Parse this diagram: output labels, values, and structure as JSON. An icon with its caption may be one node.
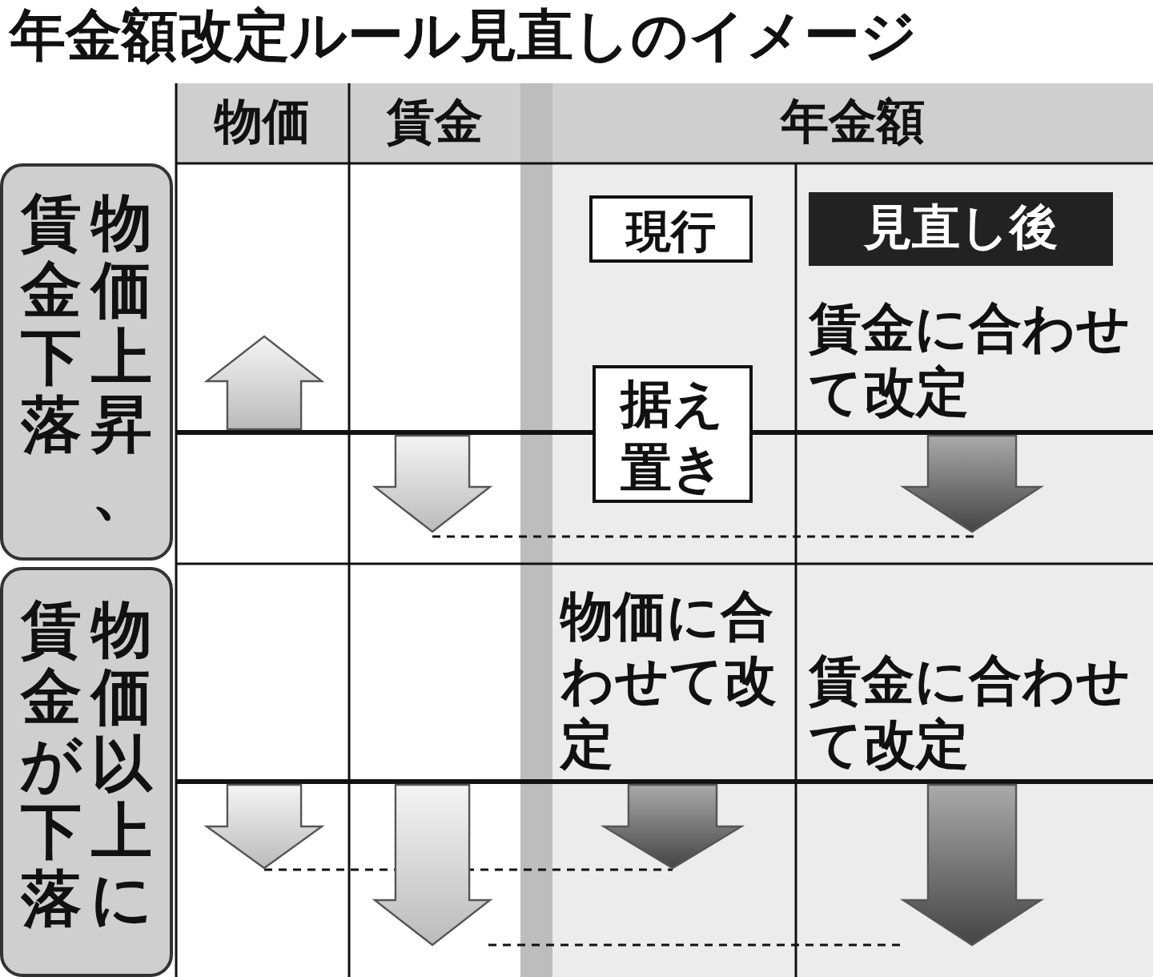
{
  "diagram": {
    "title": "年金額改定ルール見直しのイメージ",
    "nodes": [
      {
        "text": [
          "現行"
        ]
      },
      {
        "text": [
          "見直し後"
        ]
      },
      {
        "text": [
          "据え置き"
        ]
      }
    ],
    "labels": [
      "物価",
      "賃金",
      "年金額",
      "物価上昇、賃金下落",
      "賃金に合わせて改定",
      "物価以上に賃金が下落",
      "物価に合わせて改定",
      "賃金に合わせて改定"
    ]
  }
}
